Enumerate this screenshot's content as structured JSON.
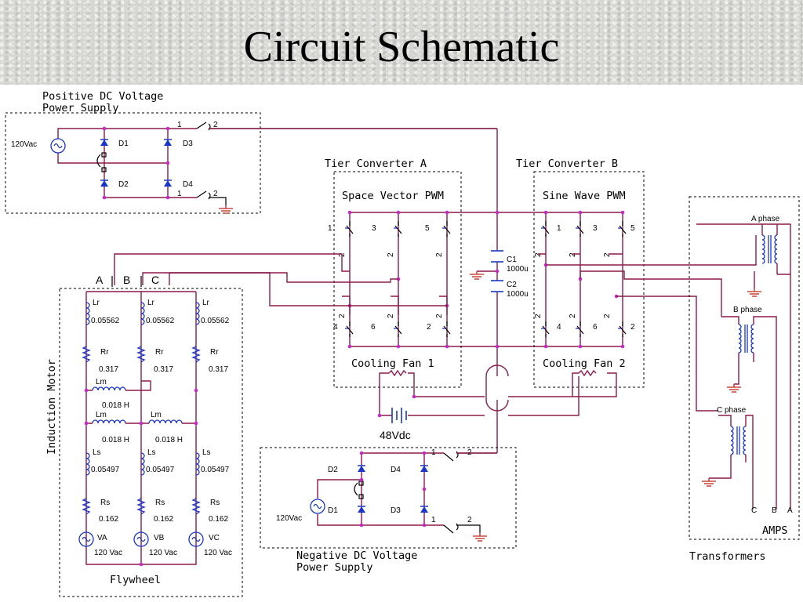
{
  "title": "Circuit Schematic",
  "blocks": {
    "pos_supply": [
      "Positive DC Voltage",
      "Power Supply"
    ],
    "neg_supply": [
      "Negative DC Voltage",
      "Power Supply"
    ],
    "tier_a": "Tier Converter A",
    "tier_b": "Tier Converter B",
    "pwm_a": "Space Vector PWM",
    "pwm_b": "Sine Wave PWM",
    "fan1": "Cooling Fan 1",
    "fan2": "Cooling Fan 2",
    "motor": "Induction Motor",
    "flywheel": "Flywheel",
    "transformers": "Transformers",
    "amps": "AMPS"
  },
  "pos_supply_parts": {
    "source": "120Vac",
    "d1": "D1",
    "d2": "D2",
    "d3": "D3",
    "d4": "D4",
    "sw_a1": "1",
    "sw_a2": "2",
    "sw_b1": "1",
    "sw_b2": "2"
  },
  "neg_supply_parts": {
    "source": "120Vac",
    "d1": "D1",
    "d2": "D2",
    "d3": "D3",
    "d4": "D4",
    "sw_a1": "1",
    "sw_a2": "2",
    "sw_b1": "1",
    "sw_b2": "2"
  },
  "capacitors": {
    "c1": "C1",
    "c1_val": "1000u",
    "c2": "C2",
    "c2_val": "1000u"
  },
  "battery": "48Vdc",
  "switch_nums_a": [
    "1",
    "3",
    "5",
    "4",
    "6",
    "2"
  ],
  "switch_nums_b": [
    "1",
    "3",
    "5",
    "4",
    "6",
    "2"
  ],
  "pin_label": "2",
  "phases_motor": [
    "A",
    "B",
    "C"
  ],
  "motor_parts": {
    "lr": "Lr",
    "lr_val": "0.05562",
    "rr": "Rr",
    "rr_val": "0.317",
    "lm": "Lm",
    "lm_val": "0.018 H",
    "ls": "Ls",
    "ls_val": "0.05497",
    "rs": "Rs",
    "rs_val": "0.162",
    "sources": [
      "VA",
      "VB",
      "VC"
    ],
    "src_val": "120 Vac"
  },
  "transformer_phases": [
    "A phase",
    "B phase",
    "C phase"
  ],
  "amps_terminals": [
    "C",
    "B",
    "A"
  ],
  "colors": {
    "wire": "#8c1a4a",
    "component": "#1a36c8",
    "node": "#c62bc6",
    "ground": "#c0261a"
  }
}
